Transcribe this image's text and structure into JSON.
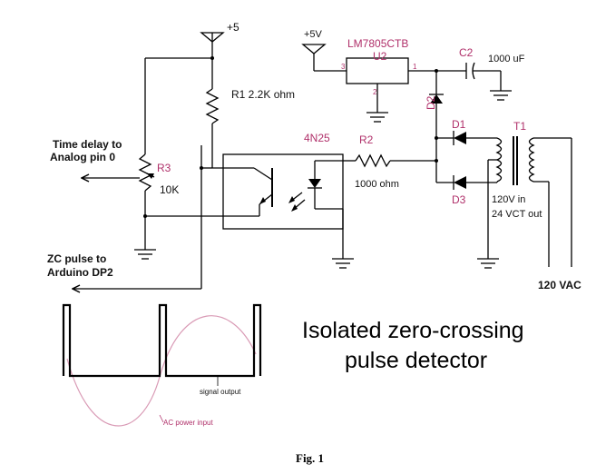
{
  "labels": {
    "vcc_left": "+5",
    "vcc_right": "+5V",
    "regulator_name": "LM7805CTB",
    "regulator_ref": "U2",
    "reg_pin_in": "3",
    "reg_pin_out": "1",
    "reg_pin_gnd": "2",
    "c2_ref": "C2",
    "c2_value": "1000 uF",
    "r1": "R1  2.2K ohm",
    "optocoupler": "4N25",
    "r2_ref": "R2",
    "r2_value": "1000 ohm",
    "d2": "D2",
    "d1": "D1",
    "d3": "D3",
    "t1": "T1",
    "time_delay_1": "Time delay to",
    "time_delay_2": "Analog pin 0",
    "r3_ref": "R3",
    "r3_value": "10K",
    "zc_1": "ZC pulse to",
    "zc_2": "Arduino DP2",
    "xfmr_1": "120V in",
    "xfmr_2": "24 VCT out",
    "ac_in": "120 VAC",
    "title_1": "Isolated zero-crossing",
    "title_2": "pulse detector",
    "signal_output": "signal output",
    "ac_power_input": "AC power input",
    "figure_caption": "Fig. 1"
  }
}
